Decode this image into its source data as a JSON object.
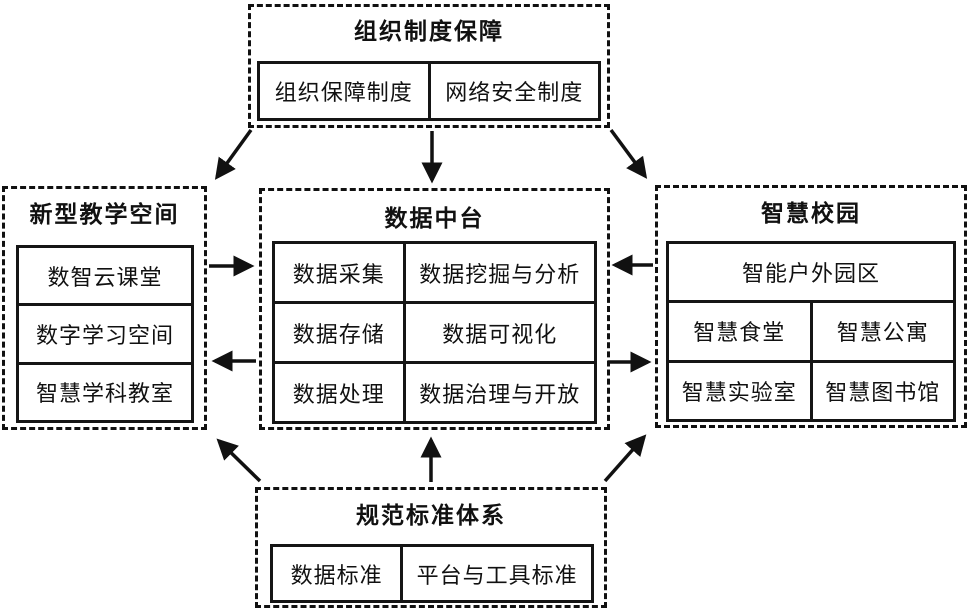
{
  "colors": {
    "ink": "#111111",
    "background": "#ffffff"
  },
  "diagram": {
    "top": {
      "title": "组织制度保障",
      "items": [
        "组织保障制度",
        "网络安全制度"
      ]
    },
    "left": {
      "title": "新型教学空间",
      "items": [
        "数智云课堂",
        "数字学习空间",
        "智慧学科教室"
      ]
    },
    "center": {
      "title": "数据中台",
      "rows": [
        [
          "数据采集",
          "数据挖掘与分析"
        ],
        [
          "数据存储",
          "数据可视化"
        ],
        [
          "数据处理",
          "数据治理与开放"
        ]
      ]
    },
    "right": {
      "title": "智慧校园",
      "wide_item": "智能户外园区",
      "rows": [
        [
          "智慧食堂",
          "智慧公寓"
        ],
        [
          "智慧实验室",
          "智慧图书馆"
        ]
      ]
    },
    "bottom": {
      "title": "规范标准体系",
      "items": [
        "数据标准",
        "平台与工具标准"
      ]
    }
  }
}
